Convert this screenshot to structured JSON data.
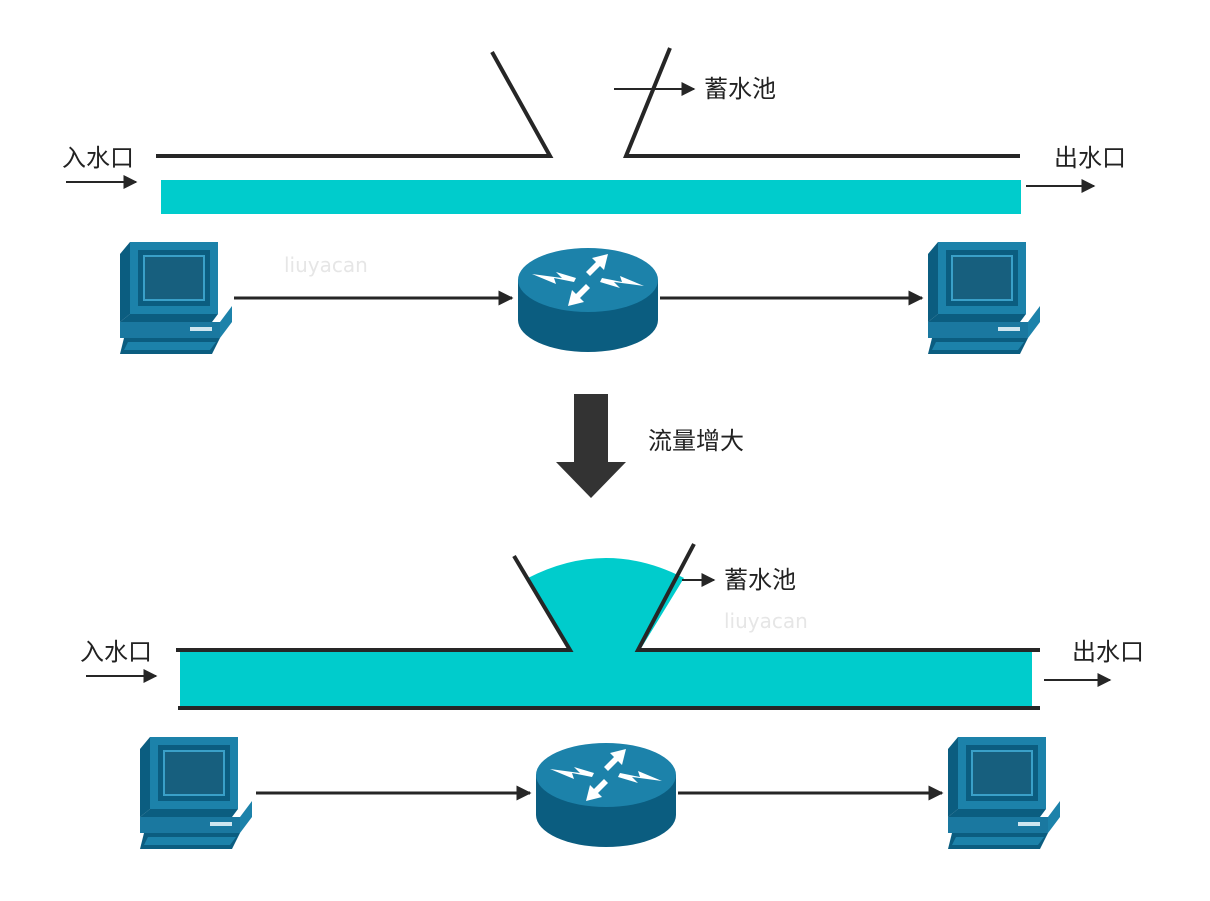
{
  "colors": {
    "water": "#00cccc",
    "line": "#262626",
    "device_dark": "#0b5d80",
    "device_light": "#1c82aa"
  },
  "top": {
    "inlet_label": "入水口",
    "outlet_label": "出水口",
    "reservoir_label": "蓄水池",
    "watermark": "liuyacan"
  },
  "transition": {
    "label": "流量增大"
  },
  "bottom": {
    "inlet_label": "入水口",
    "outlet_label": "出水口",
    "reservoir_label": "蓄水池",
    "watermark": "liuyacan"
  },
  "icons": [
    "computer-icon",
    "router-icon",
    "computer-icon"
  ]
}
